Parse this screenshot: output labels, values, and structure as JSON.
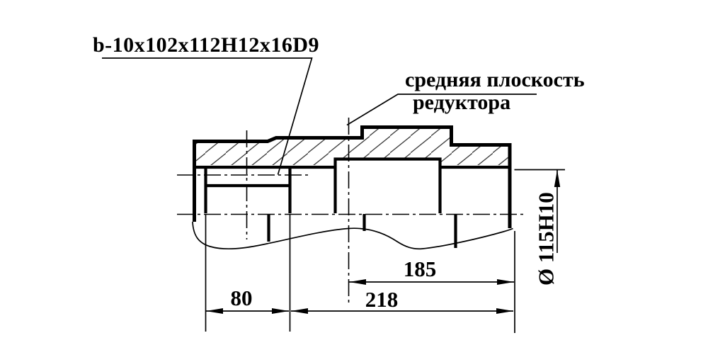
{
  "colors": {
    "background": "#ffffff",
    "line": "#000000",
    "hatch": "#404040"
  },
  "callouts": {
    "spline": "b-10x102x112H12x16D9",
    "plane_line1": "средняя плоскость",
    "plane_line2": "редуктора"
  },
  "dimensions": {
    "width_80": "80",
    "width_218": "218",
    "width_185": "185",
    "diameter_bore": "Ø 115H10"
  }
}
